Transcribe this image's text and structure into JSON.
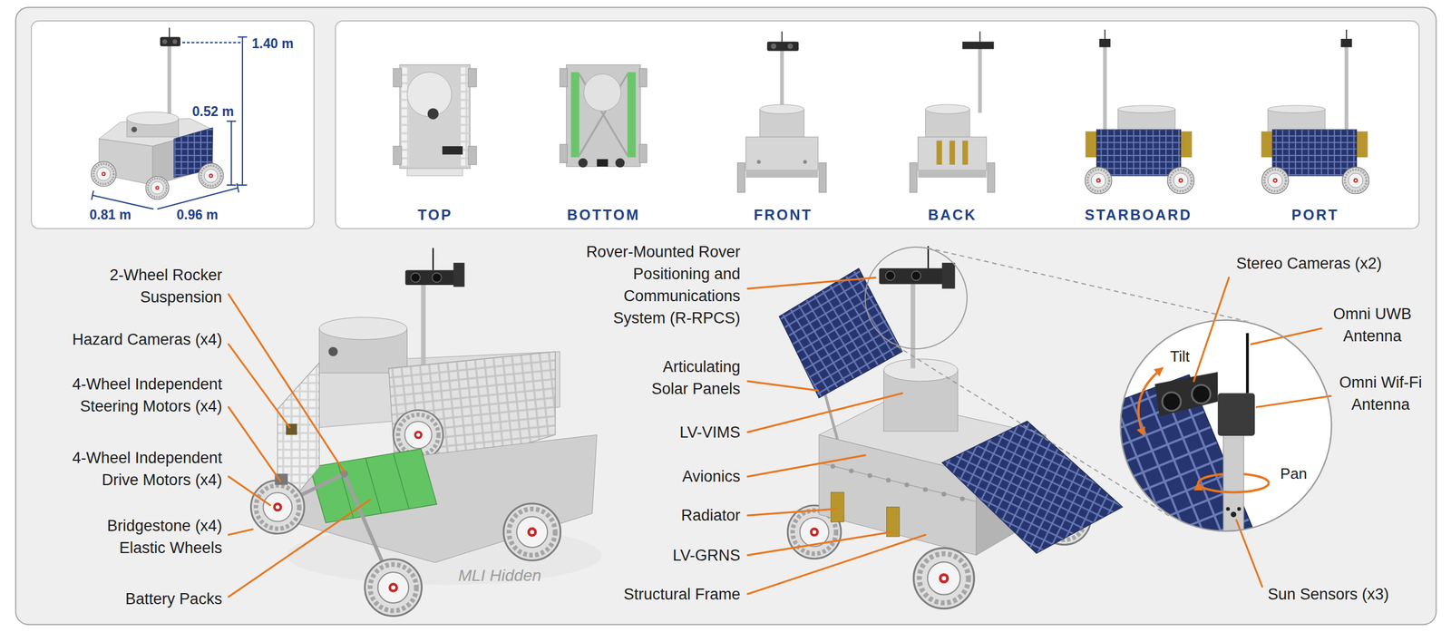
{
  "diagram": {
    "nodes": [
      {
        "text": [
          "1.40 m",
          "0.52 m",
          "0.81 m",
          "0.96 m"
        ]
      },
      {
        "text": [
          "TOP",
          "BOTTOM",
          "FRONT",
          "BACK",
          "STARBOARD",
          "PORT"
        ]
      },
      {
        "text": [
          "Tilt",
          "Pan"
        ]
      }
    ],
    "labels": [
      "2-Wheel Rocker Suspension",
      "Hazard Cameras (x4)",
      "4-Wheel Independent Steering Motors (x4)",
      "4-Wheel Independent Drive Motors (x4)",
      "Bridgestone (x4) Elastic Wheels",
      "Battery Packs",
      "MLI Hidden",
      "Rover-Mounted Rover Positioning and Communications System (R-RPCS)",
      "Articulating Solar Panels",
      "LV-VIMS",
      "Avionics",
      "Radiator",
      "LV-GRNS",
      "Structural Frame",
      "Stereo Cameras (x2)",
      "Omni UWB Antenna",
      "Omni Wif-Fi Antenna",
      "Sun Sensors (x3)"
    ]
  }
}
